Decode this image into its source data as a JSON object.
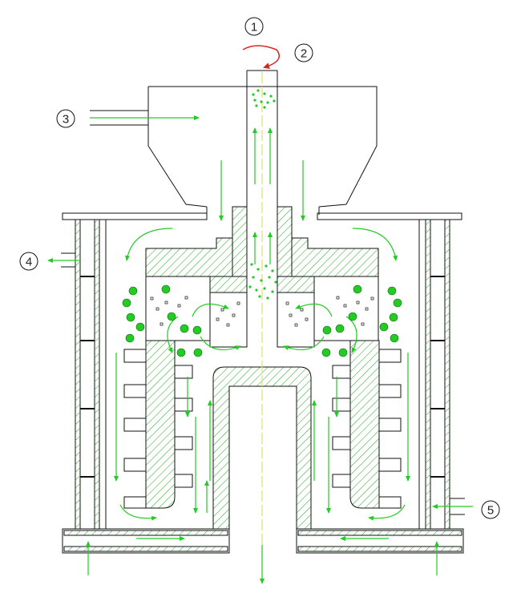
{
  "labels": [
    {
      "id": "1",
      "text": "1"
    },
    {
      "id": "2",
      "text": "2"
    },
    {
      "id": "3",
      "text": "3"
    },
    {
      "id": "4",
      "text": "4"
    },
    {
      "id": "5",
      "text": "5"
    }
  ],
  "colors": {
    "line": "#111111",
    "flow": "#22cc22",
    "hatch": "#22aa22",
    "particle": "#22cc22",
    "rotation": "#dd2222",
    "axis": "#dddd66"
  }
}
